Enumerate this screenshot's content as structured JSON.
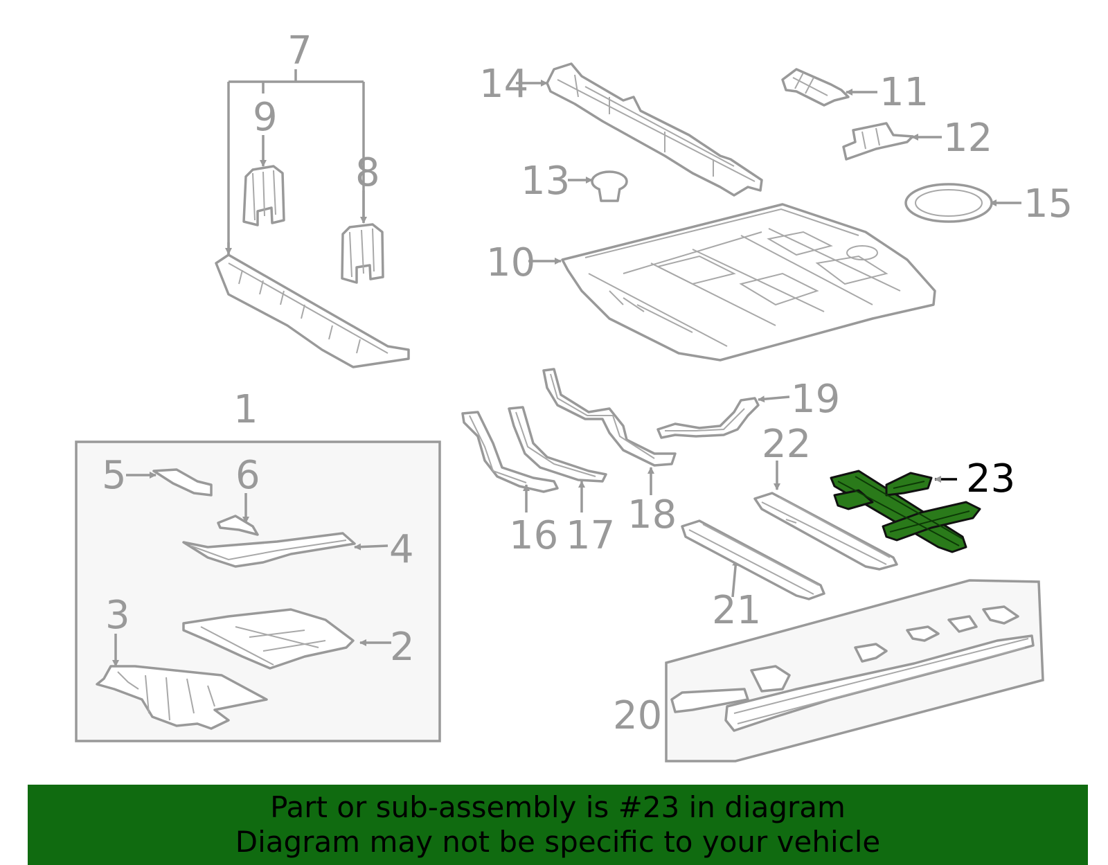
{
  "diagram": {
    "callouts": [
      "1",
      "2",
      "3",
      "4",
      "5",
      "6",
      "7",
      "8",
      "9",
      "10",
      "11",
      "12",
      "13",
      "14",
      "15",
      "16",
      "17",
      "18",
      "19",
      "20",
      "21",
      "22",
      "23"
    ],
    "highlighted_part": "23",
    "highlight_color": "#2a7a1a"
  },
  "banner": {
    "line1": "Part or sub-assembly is #23 in diagram",
    "line2": "Diagram may not be specific to your vehicle",
    "background": "#106b10"
  }
}
